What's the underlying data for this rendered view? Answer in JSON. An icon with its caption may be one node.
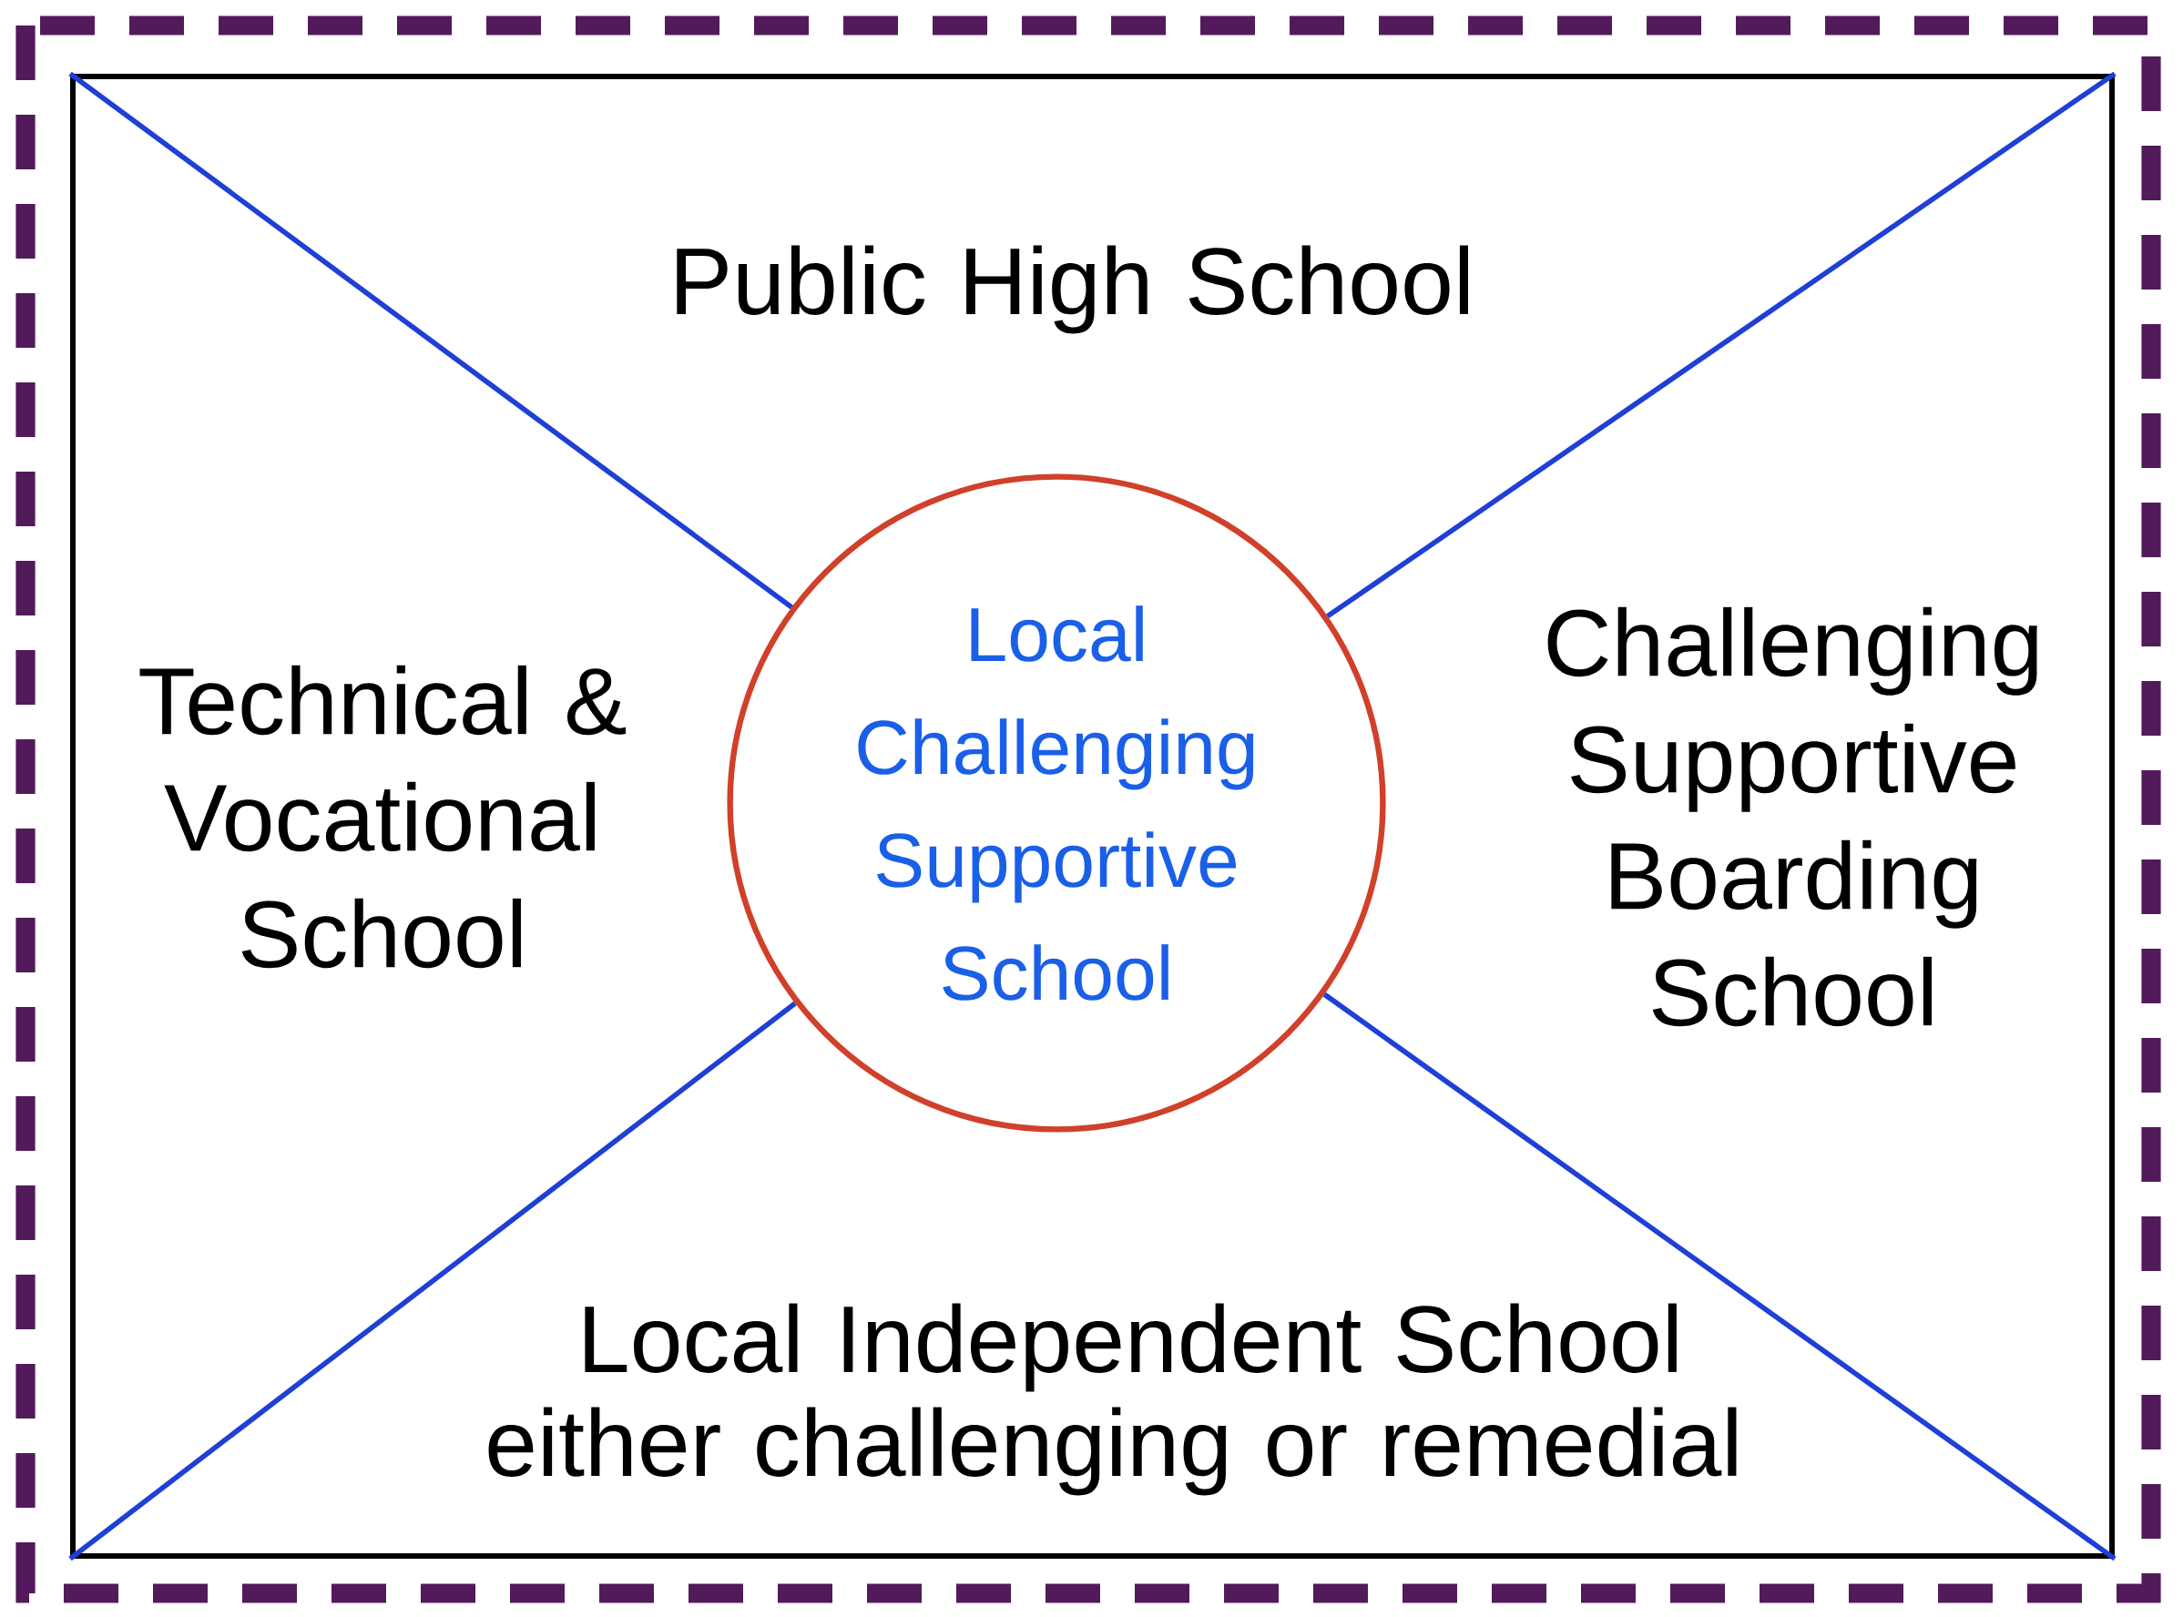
{
  "diagram": {
    "nodes": [
      {
        "text": [],
        "shape": "box"
      },
      {
        "text": [
          "Local Challenging Supportive School"
        ],
        "in": 0
      }
    ],
    "edges": [
      {
        "from": 0,
        "to": 1,
        "arrow": "none"
      },
      {
        "from": 0,
        "to": 1,
        "arrow": "none"
      },
      {
        "from": 0,
        "to": 1,
        "arrow": "none"
      },
      {
        "from": 0,
        "to": 1,
        "arrow": "none"
      }
    ],
    "labels": [
      "Public High School",
      "Technical & Vocational School",
      "Challenging Supportive Boarding School",
      "Local Independent School",
      "either challenging or remedial"
    ]
  }
}
